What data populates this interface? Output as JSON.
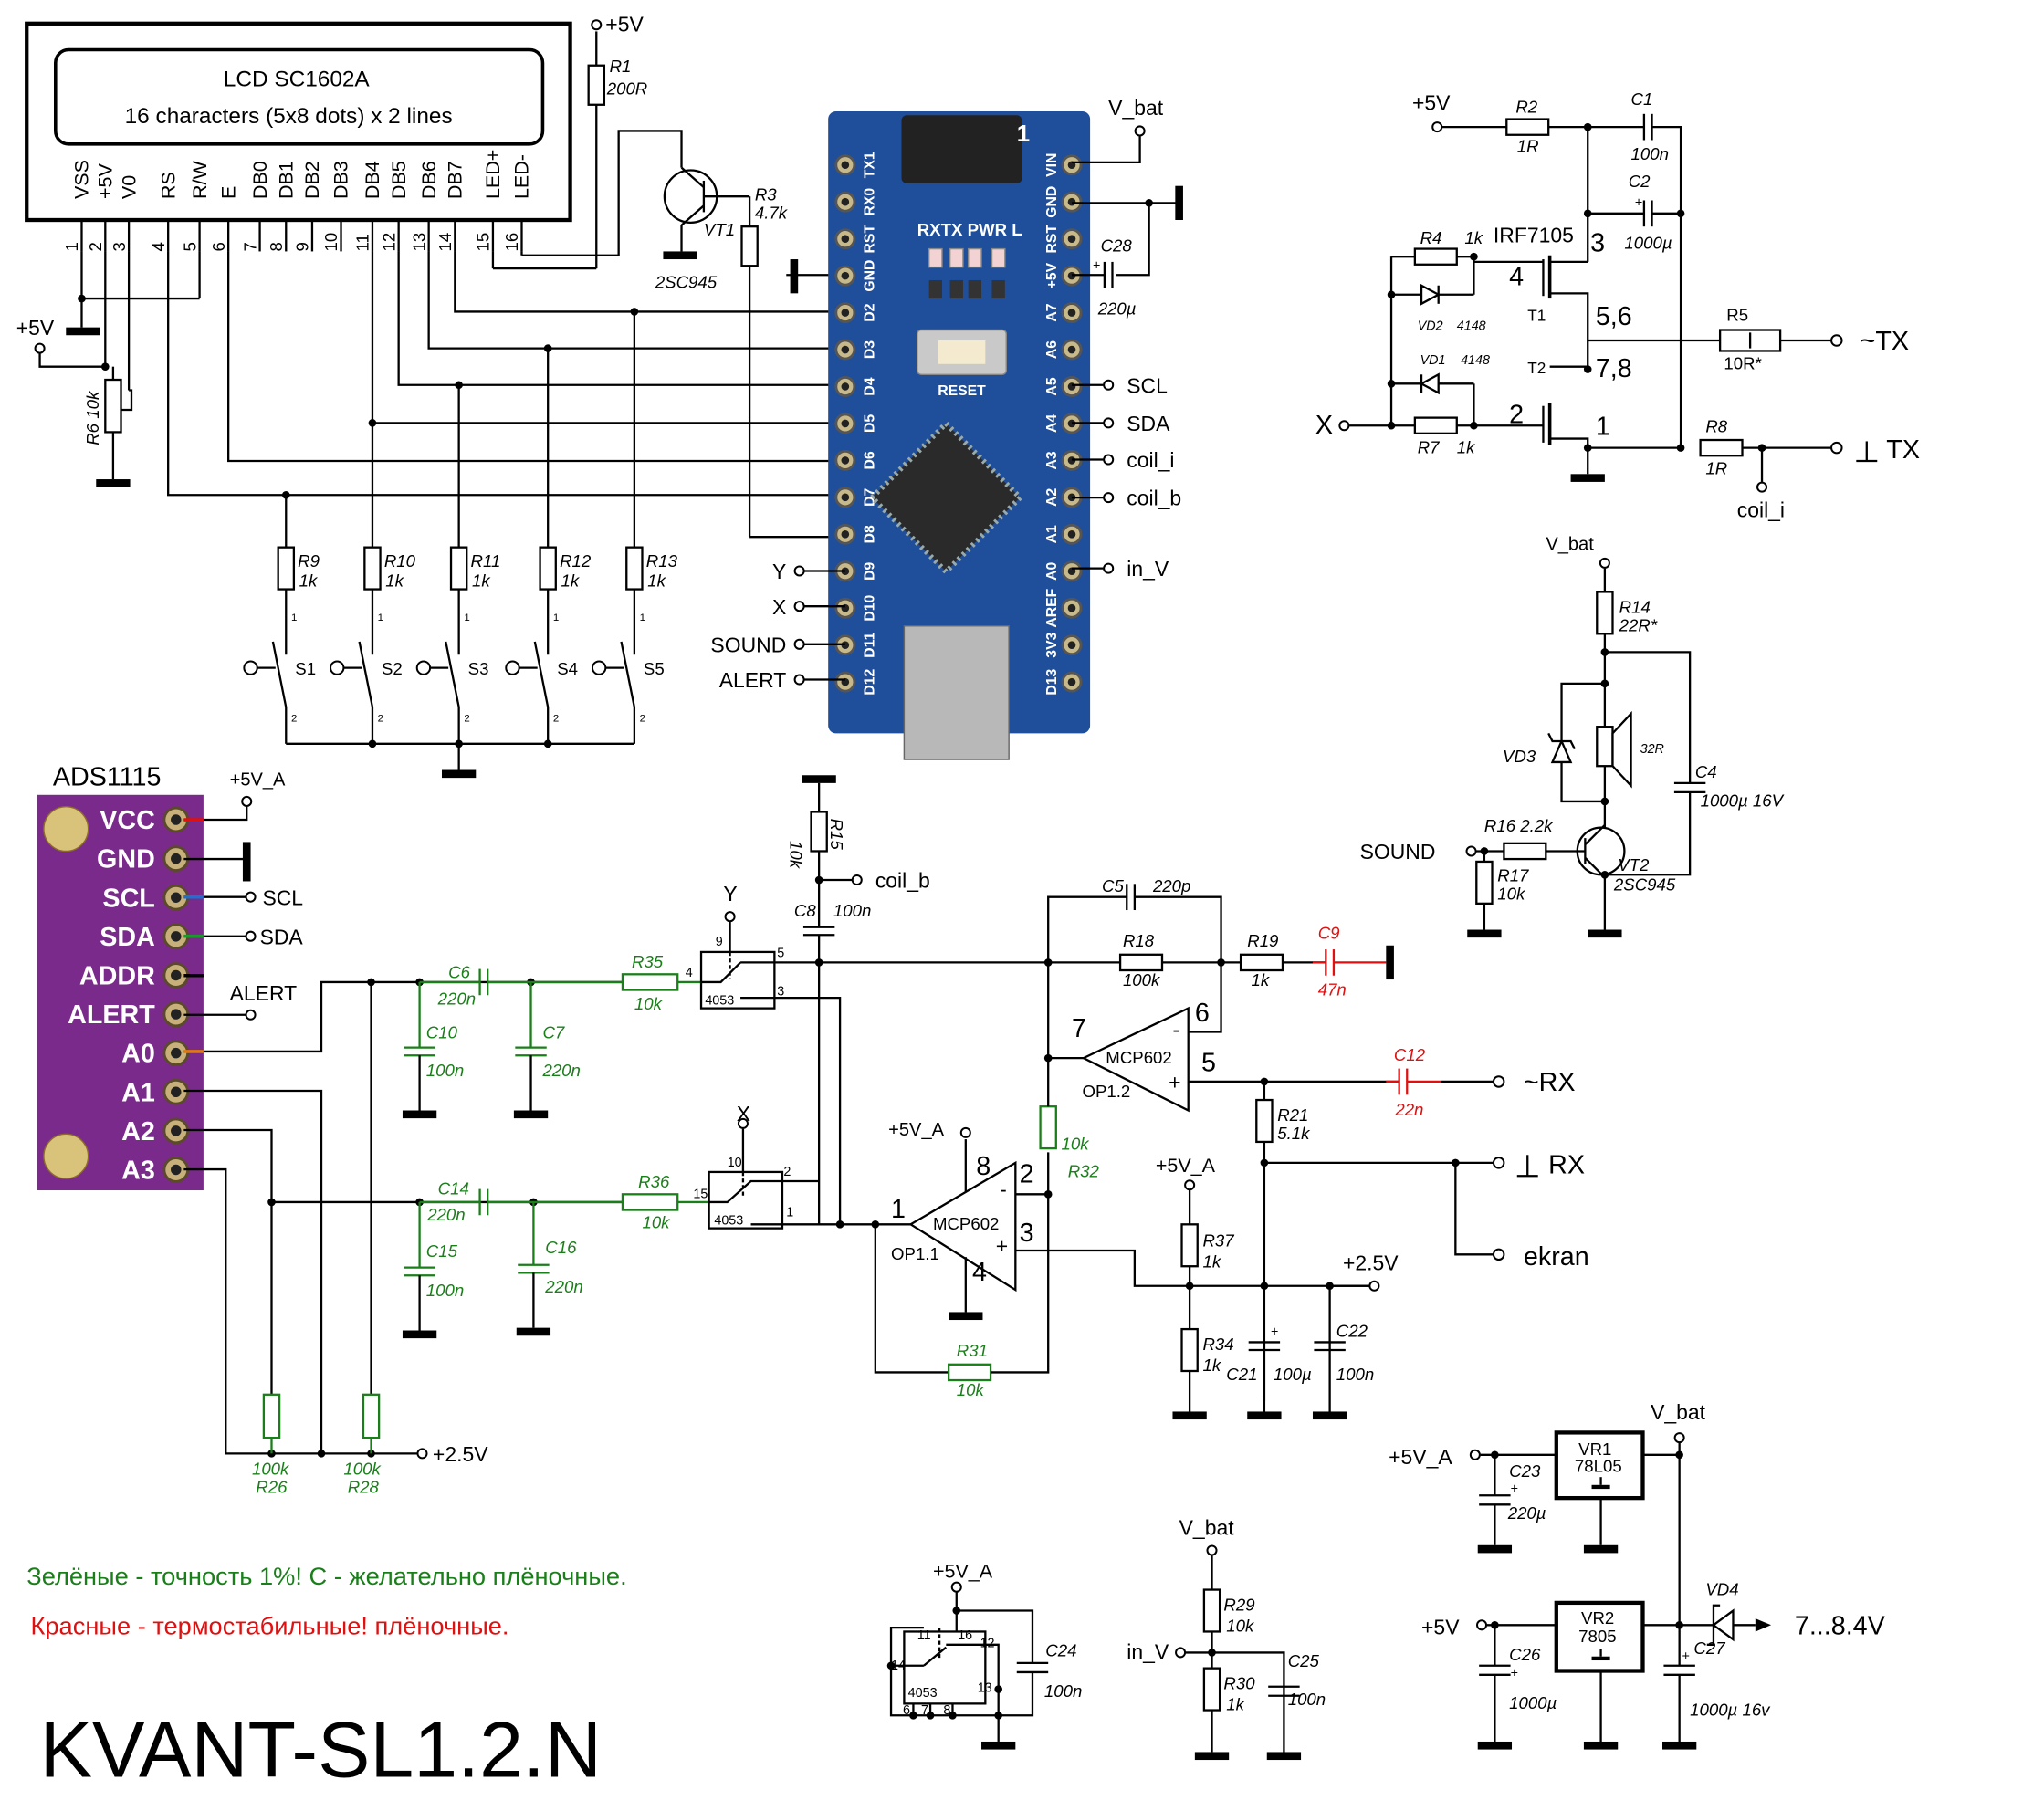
{
  "title": "KVANT-SL1.2.N",
  "notes": {
    "green": "Зелёные - точность 1%! С - желательно плёночные.",
    "red": "Красные - термостабильные! плёночные."
  },
  "colors": {
    "green_components": "#1a7f1a",
    "red_components": "#e01010",
    "nano_board": "#1f4e9a",
    "ads_board": "#7a2a8a"
  },
  "lcd": {
    "name": "LCD SC1602A",
    "desc": "16 characters (5x8 dots) x 2 lines",
    "pins": [
      "VSS",
      "+5V",
      "V0",
      "RS",
      "R/W",
      "E",
      "DB0",
      "DB1",
      "DB2",
      "DB3",
      "DB4",
      "DB5",
      "DB6",
      "DB7",
      "LED+",
      "LED-"
    ],
    "pin_numbers": [
      "1",
      "2",
      "3",
      "4",
      "5",
      "6",
      "7",
      "8",
      "9",
      "10",
      "11",
      "12",
      "13",
      "14",
      "15",
      "16"
    ]
  },
  "nets": {
    "p5v": "+5V",
    "p5va": "+5V_A",
    "vbat": "V_bat",
    "p25v": "+2.5V",
    "scl": "SCL",
    "sda": "SDA",
    "coil_i": "coil_i",
    "coil_b": "coil_b",
    "in_v": "in_V",
    "x": "X",
    "y": "Y",
    "sound": "SOUND",
    "alert": "ALERT",
    "tx_n": "~TX",
    "tx_g": "TX",
    "rx_n": "~RX",
    "rx_g": "RX",
    "ekran": "ekran",
    "out": "7...8.4V"
  },
  "nano": {
    "left_pins": [
      "TX1",
      "RX0",
      "RST",
      "GND",
      "D2",
      "D3",
      "D4",
      "D5",
      "D6",
      "D7",
      "D8",
      "D9",
      "D10",
      "D11",
      "D12"
    ],
    "right_pins": [
      "VIN",
      "GND",
      "RST",
      "+5V",
      "A7",
      "A6",
      "A5",
      "A4",
      "A3",
      "A2",
      "A1",
      "A0",
      "AREF",
      "3V3",
      "D13"
    ],
    "leds": [
      "RX",
      "TX",
      "PWR",
      "L"
    ],
    "reset": "RESET",
    "header_num": "1"
  },
  "ads": {
    "name": "ADS1115",
    "pins": [
      "VCC",
      "GND",
      "SCL",
      "SDA",
      "ADDR",
      "ALERT",
      "A0",
      "A1",
      "A2",
      "A3"
    ]
  },
  "components": {
    "R1": {
      "ref": "R1",
      "val": "200R"
    },
    "R2": {
      "ref": "R2",
      "val": "1R"
    },
    "R3": {
      "ref": "R3",
      "val": "4.7k"
    },
    "R4": {
      "ref": "R4",
      "val": "1k"
    },
    "R5": {
      "ref": "R5",
      "val": "10R*"
    },
    "R6": {
      "ref": "R6",
      "val": "10k"
    },
    "R7": {
      "ref": "R7",
      "val": "1k"
    },
    "R8": {
      "ref": "R8",
      "val": "1R"
    },
    "R9": {
      "ref": "R9",
      "val": "1k"
    },
    "R10": {
      "ref": "R10",
      "val": "1k"
    },
    "R11": {
      "ref": "R11",
      "val": "1k"
    },
    "R12": {
      "ref": "R12",
      "val": "1k"
    },
    "R13": {
      "ref": "R13",
      "val": "1k"
    },
    "R14": {
      "ref": "R14",
      "val": "22R*"
    },
    "R15": {
      "ref": "R15",
      "val": "10k"
    },
    "R16": {
      "ref": "R16",
      "val": "2.2k"
    },
    "R17": {
      "ref": "R17",
      "val": "10k"
    },
    "R18": {
      "ref": "R18",
      "val": "100k"
    },
    "R19": {
      "ref": "R19",
      "val": "1k"
    },
    "R21": {
      "ref": "R21",
      "val": "5.1k"
    },
    "R26": {
      "ref": "R26",
      "val": "100k"
    },
    "R28": {
      "ref": "R28",
      "val": "100k"
    },
    "R29": {
      "ref": "R29",
      "val": "10k"
    },
    "R30": {
      "ref": "R30",
      "val": "1k"
    },
    "R31": {
      "ref": "R31",
      "val": "10k"
    },
    "R32": {
      "ref": "R32",
      "val": "10k"
    },
    "R34": {
      "ref": "R34",
      "val": "1k"
    },
    "R35": {
      "ref": "R35",
      "val": "10k"
    },
    "R36": {
      "ref": "R36",
      "val": "10k"
    },
    "R37": {
      "ref": "R37",
      "val": "1k"
    },
    "C1": {
      "ref": "C1",
      "val": "100n"
    },
    "C2": {
      "ref": "C2",
      "val": "1000µ"
    },
    "C4": {
      "ref": "C4",
      "val": "1000µ 16V"
    },
    "C5": {
      "ref": "C5",
      "val": "220p"
    },
    "C6": {
      "ref": "C6",
      "val": "220n"
    },
    "C7": {
      "ref": "C7",
      "val": "220n"
    },
    "C8": {
      "ref": "C8",
      "val": "100n"
    },
    "C9": {
      "ref": "C9",
      "val": "47n"
    },
    "C10": {
      "ref": "C10",
      "val": "100n"
    },
    "C12": {
      "ref": "C12",
      "val": "22n"
    },
    "C14": {
      "ref": "C14",
      "val": "220n"
    },
    "C15": {
      "ref": "C15",
      "val": "100n"
    },
    "C16": {
      "ref": "C16",
      "val": "220n"
    },
    "C21": {
      "ref": "C21",
      "val": "100µ"
    },
    "C22": {
      "ref": "C22",
      "val": "100n"
    },
    "C23": {
      "ref": "C23",
      "val": "220µ"
    },
    "C24": {
      "ref": "C24",
      "val": "100n"
    },
    "C25": {
      "ref": "C25",
      "val": "100n"
    },
    "C26": {
      "ref": "C26",
      "val": "1000µ"
    },
    "C27": {
      "ref": "C27",
      "val": "1000µ 16v"
    },
    "C28": {
      "ref": "C28",
      "val": "220µ"
    },
    "VT1": {
      "ref": "VT1",
      "val": "2SC945"
    },
    "VT2": {
      "ref": "VT2",
      "val": "2SC945"
    },
    "VD1": {
      "ref": "VD1",
      "val": "4148"
    },
    "VD2": {
      "ref": "VD2",
      "val": "4148"
    },
    "VD3": {
      "ref": "VD3"
    },
    "VD4": {
      "ref": "VD4"
    },
    "SPK": {
      "val": "32R"
    },
    "T1": {
      "ref": "T1"
    },
    "T2": {
      "ref": "T2"
    },
    "IRF": {
      "val": "IRF7105",
      "pins": [
        "3",
        "4",
        "5,6",
        "7,8",
        "2",
        "1"
      ]
    },
    "VR1": {
      "ref": "VR1",
      "val": "78L05"
    },
    "VR2": {
      "ref": "VR2",
      "val": "7805"
    },
    "OP11": {
      "ref": "OP1.1",
      "val": "MCP602",
      "pins": [
        "8",
        "2",
        "3",
        "1",
        "4"
      ]
    },
    "OP12": {
      "ref": "OP1.2",
      "val": "MCP602",
      "pins": [
        "7",
        "6",
        "5"
      ]
    },
    "U4053": {
      "val": "4053"
    },
    "S": [
      "S1",
      "S2",
      "S3",
      "S4",
      "S5"
    ]
  }
}
